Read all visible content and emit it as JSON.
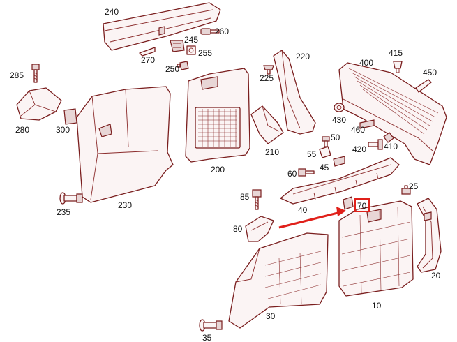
{
  "diagram": {
    "part_numbers": [
      "240",
      "260",
      "245",
      "255",
      "270",
      "250",
      "220",
      "400",
      "415",
      "450",
      "285",
      "225",
      "280",
      "300",
      "430",
      "460",
      "50",
      "420",
      "410",
      "210",
      "55",
      "45",
      "60",
      "200",
      "230",
      "25",
      "85",
      "40",
      "235",
      "70",
      "80",
      "20",
      "10",
      "30",
      "35"
    ],
    "highlighted_part": "70",
    "colors": {
      "line": "#7a1e1e",
      "fill": "#fbf4f4",
      "arrow": "#e0201a",
      "highlight_box": "#e0201a"
    }
  }
}
